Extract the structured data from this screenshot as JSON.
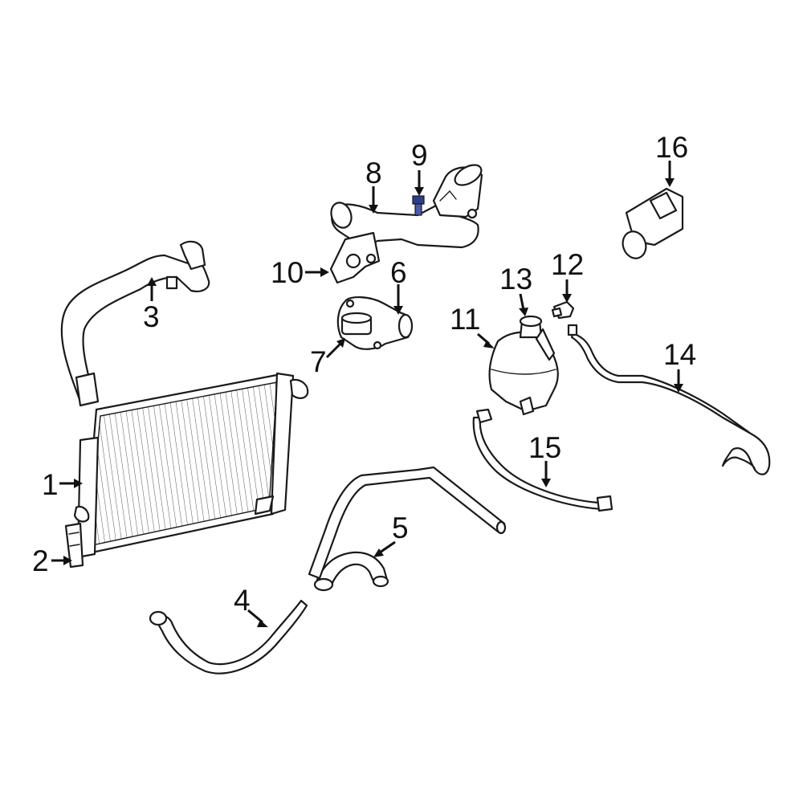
{
  "diagram": {
    "background": "#ffffff",
    "highlight_color": "#2c3e8c",
    "callouts": [
      {
        "id": "1",
        "label": "1"
      },
      {
        "id": "2",
        "label": "2"
      },
      {
        "id": "3",
        "label": "3"
      },
      {
        "id": "4",
        "label": "4"
      },
      {
        "id": "5",
        "label": "5"
      },
      {
        "id": "6",
        "label": "6"
      },
      {
        "id": "7",
        "label": "7"
      },
      {
        "id": "8",
        "label": "8"
      },
      {
        "id": "9",
        "label": "9"
      },
      {
        "id": "10",
        "label": "10"
      },
      {
        "id": "11",
        "label": "11"
      },
      {
        "id": "12",
        "label": "12"
      },
      {
        "id": "13",
        "label": "13"
      },
      {
        "id": "14",
        "label": "14"
      },
      {
        "id": "15",
        "label": "15"
      },
      {
        "id": "16",
        "label": "16"
      }
    ]
  }
}
